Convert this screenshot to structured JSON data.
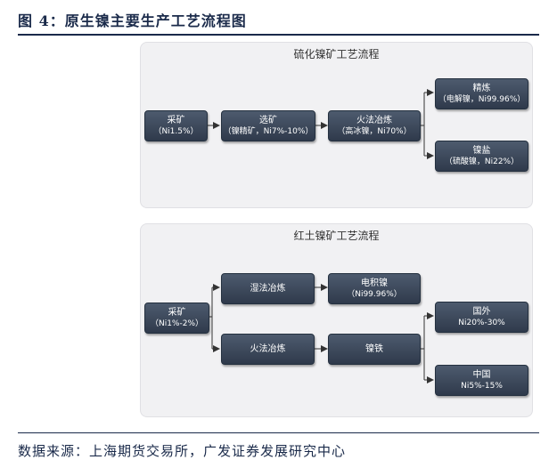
{
  "figure": {
    "title": "图 4：原生镍主要生产工艺流程图",
    "source": "数据来源：上海期货交易所，广发证券发展研究中心"
  },
  "sulfide": {
    "title": "硫化镍矿工艺流程",
    "mining": {
      "name": "采矿",
      "detail": "（Ni1.5%）"
    },
    "beneficiation": {
      "name": "选矿",
      "detail": "（镍精矿，Ni7%-10%）"
    },
    "pyro": {
      "name": "火法冶炼",
      "detail": "（高冰镍，Ni70%）"
    },
    "refining": {
      "name": "精炼",
      "detail": "（电解镍，Ni99.96%）"
    },
    "salt": {
      "name": "镍盐",
      "detail": "（硫酸镍，Ni22%）"
    }
  },
  "laterite": {
    "title": "红土镍矿工艺流程",
    "mining": {
      "name": "采矿",
      "detail": "（Ni1%-2%）"
    },
    "hydro": {
      "name": "湿法冶炼"
    },
    "electro": {
      "name": "电积镍",
      "detail": "（Ni99.96%）"
    },
    "pyro": {
      "name": "火法冶炼"
    },
    "ferro": {
      "name": "镍铁"
    },
    "abroad": {
      "name": "国外",
      "detail": "Ni20%-30%"
    },
    "china": {
      "name": "中国",
      "detail": "Ni5%-15%"
    }
  }
}
